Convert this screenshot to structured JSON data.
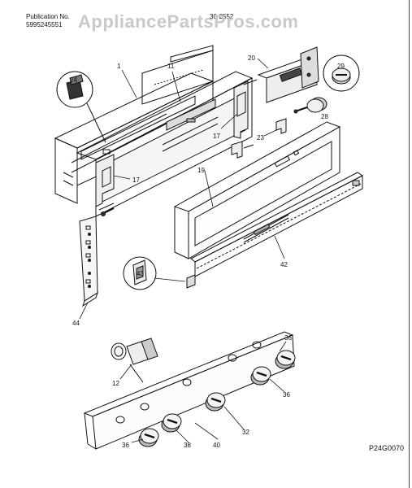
{
  "header": {
    "publication_label": "Publication No.",
    "publication_number": "5995245551",
    "model_code": "30-2552"
  },
  "watermark": "AppliancePartsPros.com",
  "diagram_code": "P24G0070",
  "callouts": {
    "c1": "1",
    "c11": "11",
    "c17a": "17",
    "c17b": "17",
    "c19": "19",
    "c20": "20",
    "c23": "23",
    "c24": "24",
    "c28": "28",
    "c29": "29",
    "c42": "42",
    "c43": "43",
    "c44": "44",
    "c12": "12",
    "c36a": "36",
    "c36b": "36",
    "c36c": "36",
    "c38": "38",
    "c32": "32",
    "c40": "40"
  }
}
